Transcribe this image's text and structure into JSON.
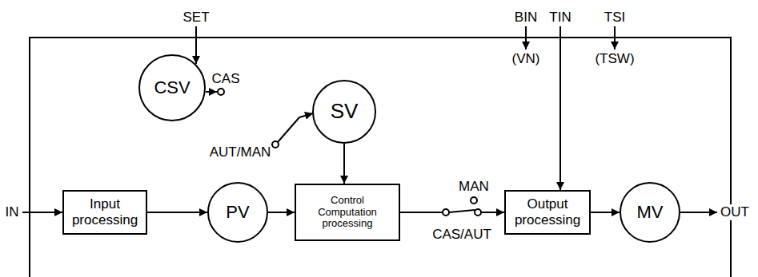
{
  "diagram": {
    "nodes": [
      {
        "text": [
          "CSV"
        ]
      },
      {
        "text": [
          "SV"
        ]
      },
      {
        "text": [
          "Input processing"
        ]
      },
      {
        "text": [
          "PV"
        ]
      },
      {
        "text": [
          "Control Computation processing"
        ]
      },
      {
        "text": [
          "Output processing"
        ]
      },
      {
        "text": [
          "MV"
        ]
      }
    ],
    "edges": [
      {
        "from": 2,
        "to": 3,
        "arrow": "to"
      },
      {
        "from": 3,
        "to": 4,
        "arrow": "to"
      },
      {
        "from": 1,
        "to": 4,
        "arrow": "to"
      },
      {
        "from": 4,
        "to": 5,
        "arrow": "to"
      },
      {
        "from": 5,
        "to": 6,
        "arrow": "to"
      }
    ],
    "labels": [
      "SET",
      "BIN",
      "TIN",
      "TSI",
      "(VN)",
      "(TSW)",
      "CAS",
      "AUT/MAN",
      "IN",
      "MAN",
      "CAS/AUT",
      "OUT"
    ]
  }
}
